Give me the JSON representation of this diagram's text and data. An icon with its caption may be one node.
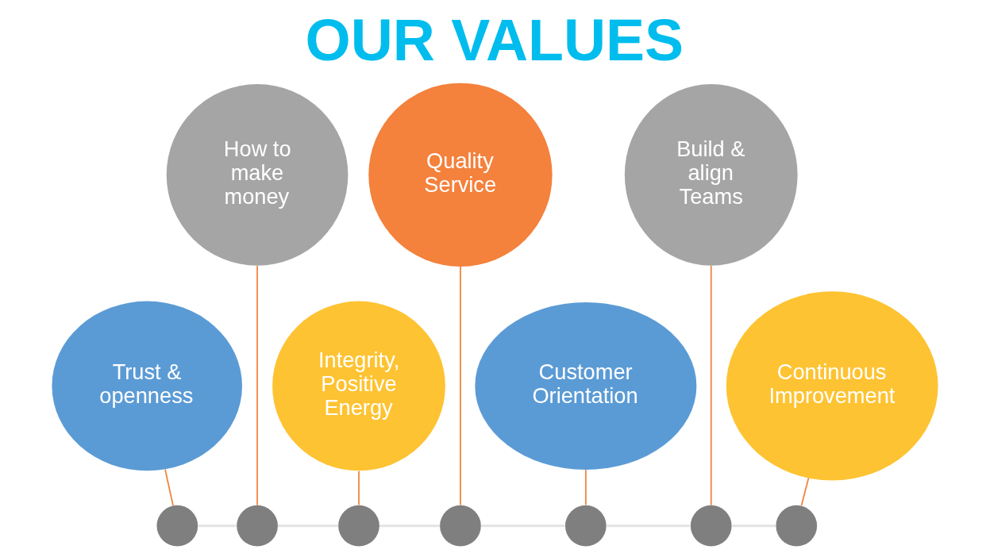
{
  "diagram": {
    "title": "OUR VALUES",
    "nodes": [
      {
        "text": [
          "Trust & openness"
        ]
      },
      {
        "text": [
          "How to make money"
        ]
      },
      {
        "text": [
          "Integrity, Positive Energy"
        ]
      },
      {
        "text": [
          "Quality Service"
        ]
      },
      {
        "text": [
          "Customer Orientation"
        ]
      },
      {
        "text": [
          "Build & align Teams"
        ]
      },
      {
        "text": [
          "Continuous Improvement"
        ]
      },
      {
        "text": [],
        "shape": "circle"
      },
      {
        "text": [],
        "shape": "circle"
      },
      {
        "text": [],
        "shape": "circle"
      },
      {
        "text": [],
        "shape": "circle"
      },
      {
        "text": [],
        "shape": "circle"
      },
      {
        "text": [],
        "shape": "circle"
      },
      {
        "text": [],
        "shape": "circle"
      }
    ],
    "edges": [
      {
        "from": 0,
        "to": 7,
        "arrow": "none"
      },
      {
        "from": 1,
        "to": 8,
        "arrow": "none"
      },
      {
        "from": 2,
        "to": 9,
        "arrow": "none"
      },
      {
        "from": 3,
        "to": 10,
        "arrow": "none"
      },
      {
        "from": 4,
        "to": 11,
        "arrow": "none"
      },
      {
        "from": 5,
        "to": 12,
        "arrow": "none"
      },
      {
        "from": 6,
        "to": 13,
        "arrow": "none"
      },
      {
        "from": 7,
        "to": 8,
        "arrow": "none",
        "color": "#e3e3e3"
      },
      {
        "from": 8,
        "to": 9,
        "arrow": "none",
        "color": "#e3e3e3"
      },
      {
        "from": 9,
        "to": 10,
        "arrow": "none",
        "color": "#e3e3e3"
      },
      {
        "from": 10,
        "to": 11,
        "arrow": "none",
        "color": "#e3e3e3"
      },
      {
        "from": 11,
        "to": 12,
        "arrow": "none",
        "color": "#e3e3e3"
      },
      {
        "from": 12,
        "to": 13,
        "arrow": "none",
        "color": "#e3e3e3"
      }
    ]
  }
}
